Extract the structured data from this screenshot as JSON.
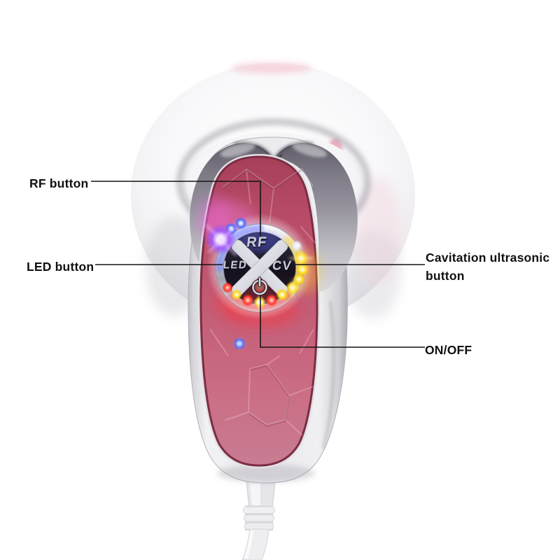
{
  "annotations": {
    "rf": "RF button",
    "led": "LED button",
    "cavitation": "Cavitation ultrasonic button",
    "onoff": "ON/OFF"
  },
  "device": {
    "type": "handheld body slimming massager",
    "panel_buttons": {
      "rf": "RF",
      "led": "LED",
      "cv": "CV",
      "power": "power-icon"
    },
    "colors": {
      "background": "#ffffff",
      "label_text": "#111111",
      "head_white": "#f4f3f5",
      "dome_chrome": "#8f8d97",
      "body_silver": "#e9e8ec",
      "panel_pink": "#c25a74",
      "panel_rim": "#7c2d43",
      "button_face": "#17141f",
      "divider_silver": "#e9e9ee",
      "led_yellow": "#ffd823",
      "led_red": "#ff3b30",
      "led_blue": "#4f6bff",
      "led_violet": "#a45df5"
    }
  }
}
